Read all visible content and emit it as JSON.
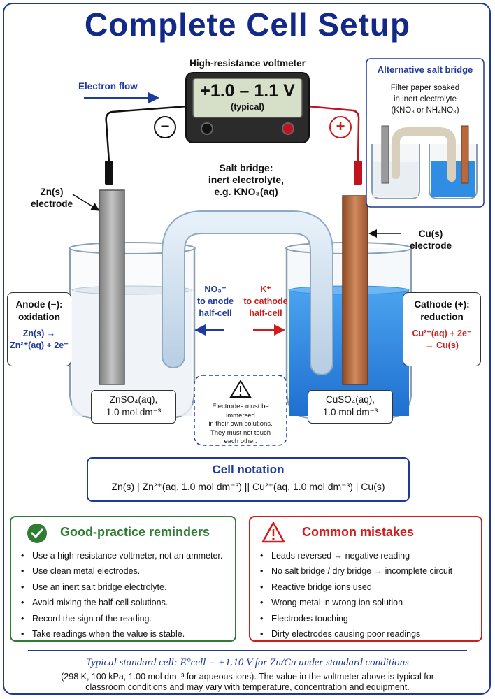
{
  "title": "Complete Cell Setup",
  "voltmeter": {
    "label": "High-resistance voltmeter",
    "reading": "+1.0 – 1.1 V",
    "reading_note": "(typical)",
    "negative": "−",
    "positive": "+"
  },
  "electron_flow": "Electron flow",
  "salt_bridge": {
    "line1": "Salt bridge:",
    "line2": "inert electrolyte,",
    "line3": "e.g. KNO₃(aq)"
  },
  "alt_bridge": {
    "title": "Alternative salt bridge",
    "line1": "Filter paper soaked",
    "line2": "in inert electrolyte",
    "line3": "(KNO₃ or NH₄NO₃)"
  },
  "zn_electrode": {
    "line1": "Zn(s)",
    "line2": "electrode"
  },
  "cu_electrode": {
    "line1": "Cu(s)",
    "line2": "electrode"
  },
  "anode": {
    "head1": "Anode (−):",
    "head2": "oxidation",
    "eq1": "Zn(s) →",
    "eq2": "Zn²⁺(aq) + 2e⁻"
  },
  "cathode": {
    "head1": "Cathode (+):",
    "head2": "reduction",
    "eq1": "Cu²⁺(aq) + 2e⁻",
    "eq2": "→ Cu(s)"
  },
  "ions": {
    "no3": "NO₃⁻",
    "no3_l2": "to anode",
    "no3_l3": "half-cell",
    "k": "K⁺",
    "k_l2": "to cathode",
    "k_l3": "half-cell"
  },
  "left_solution": {
    "line1": "ZnSO₄(aq),",
    "line2": "1.0 mol dm⁻³"
  },
  "right_solution": {
    "line1": "CuSO₄(aq),",
    "line2": "1.0 mol dm⁻³"
  },
  "warning": {
    "line1": "Electrodes must be immersed",
    "line2": "in their own solutions.",
    "line3": "They must not touch",
    "line4": "each other."
  },
  "notation": {
    "title": "Cell notation",
    "text": "Zn(s) | Zn²⁺(aq, 1.0 mol dm⁻³) || Cu²⁺(aq, 1.0 mol dm⁻³) | Cu(s)"
  },
  "good": {
    "title": "Good-practice reminders",
    "items": [
      "Use a high-resistance voltmeter, not an ammeter.",
      "Use clean metal electrodes.",
      "Use an inert salt bridge electrolyte.",
      "Avoid mixing the half-cell solutions.",
      "Record the sign of the reading.",
      "Take readings when the value is stable."
    ]
  },
  "mistakes": {
    "title": "Common mistakes",
    "items": [
      "Leads reversed → negative reading",
      "No salt bridge / dry bridge → incomplete circuit",
      "Reactive bridge ions used",
      "Wrong metal in wrong ion solution",
      "Electrodes touching",
      "Dirty electrodes causing poor readings"
    ]
  },
  "footer": {
    "line1": "Typical standard cell: E°cell = +1.10 V for Zn/Cu under standard conditions",
    "line2": "(298 K, 100 kPa, 1.00 mol dm⁻³ for aqueous ions). The value in the voltmeter above is typical for classroom conditions and may vary with temperature, concentration and equipment."
  },
  "colors": {
    "navy": "#12298a",
    "blue_text": "#1f3a9e",
    "red": "#d11c1c",
    "green": "#2e7d32",
    "copper_solution": "#3b8fe0",
    "zinc": "#9a9a9a",
    "copper": "#b8683a"
  }
}
